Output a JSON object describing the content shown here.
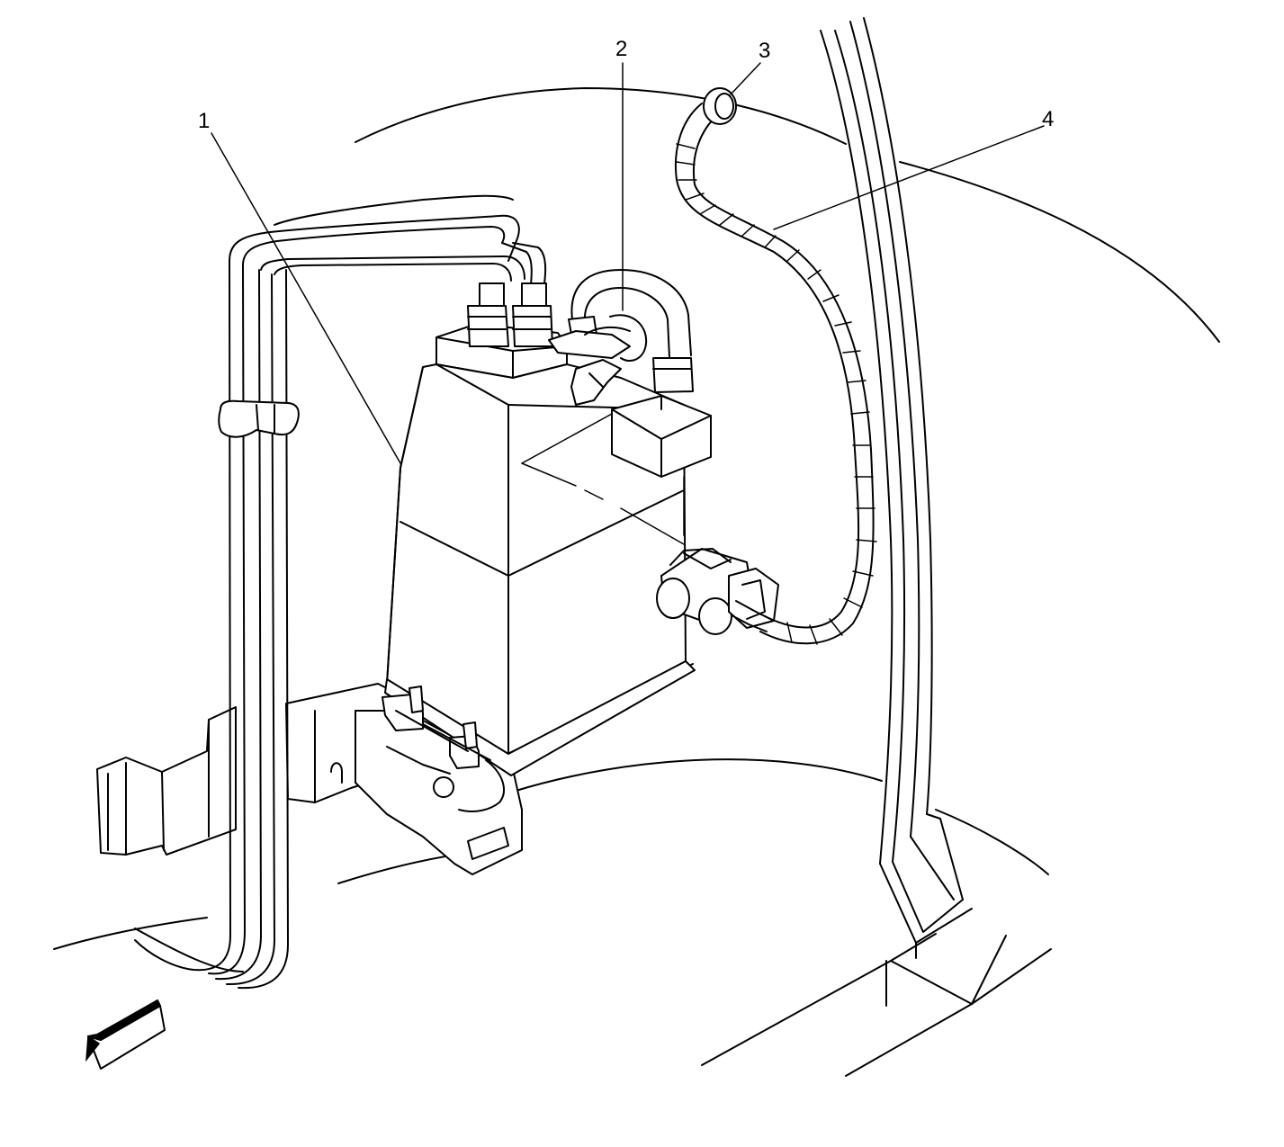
{
  "callouts": [
    {
      "id": "1",
      "label": "1"
    },
    {
      "id": "2",
      "label": "2"
    },
    {
      "id": "3",
      "label": "3"
    },
    {
      "id": "4",
      "label": "4"
    }
  ],
  "colors": {
    "line": "#000000",
    "background": "#ffffff"
  },
  "icons": {
    "direction_arrow": "arrow-front-icon"
  }
}
